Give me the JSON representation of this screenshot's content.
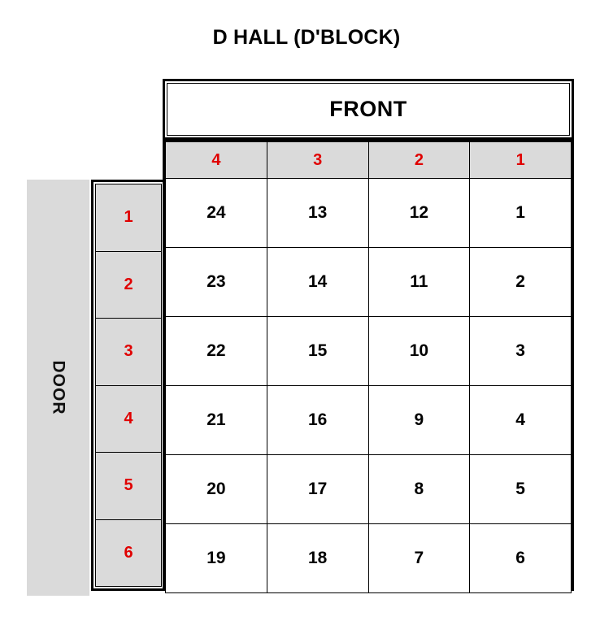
{
  "title": "D HALL (D'BLOCK)",
  "labels": {
    "front": "FRONT",
    "door": "DOOR"
  },
  "colors": {
    "header_text": "#e00000",
    "header_fill": "#dadada",
    "seat_text": "#000000",
    "seat_fill": "#ffffff",
    "border": "#000000",
    "door_fill": "#dadada"
  },
  "chart_data": {
    "type": "table",
    "title": "D HALL (D'BLOCK)",
    "column_headers": [
      "4",
      "3",
      "2",
      "1"
    ],
    "row_headers": [
      "1",
      "2",
      "3",
      "4",
      "5",
      "6"
    ],
    "rows": [
      [
        "24",
        "13",
        "12",
        "1"
      ],
      [
        "23",
        "14",
        "11",
        "2"
      ],
      [
        "22",
        "15",
        "10",
        "3"
      ],
      [
        "21",
        "16",
        "9",
        "4"
      ],
      [
        "20",
        "17",
        "8",
        "5"
      ],
      [
        "19",
        "18",
        "7",
        "6"
      ]
    ],
    "annotations": [
      "FRONT",
      "DOOR"
    ],
    "seat_count": 24
  }
}
